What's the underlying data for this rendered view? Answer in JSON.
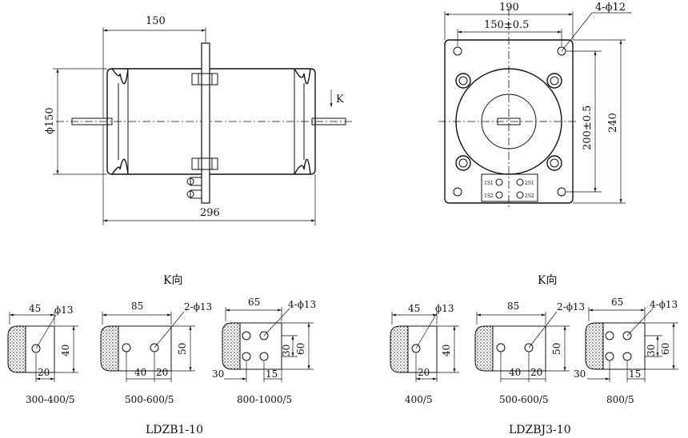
{
  "front_view": {
    "dim_length_top": "150",
    "dim_length_total": "296",
    "dim_diameter": "ϕ150",
    "direction_label": "K"
  },
  "side_view": {
    "dim_width_total": "190",
    "dim_hole_spacing_h": "150±0.5",
    "dim_hole_spacing_v": "200±0.5",
    "dim_height_total": "240",
    "dim_holes": "4-ϕ12",
    "terminals": [
      "1S1",
      "2S1",
      "1S2",
      "2S2"
    ]
  },
  "k_view_titles": [
    "K向",
    "K向"
  ],
  "terminal_views": [
    {
      "pitch": "45",
      "holes": "ϕ13",
      "height": "40",
      "offset": "20",
      "ratio": "300-400/5"
    },
    {
      "pitch": "85",
      "holes": "2-ϕ13",
      "height": "50",
      "offset_a": "40",
      "offset_b": "20",
      "ratio": "500-600/5"
    },
    {
      "pitch": "65",
      "holes": "4-ϕ13",
      "height_inner": "30",
      "height_outer": "60",
      "offset_a": "30",
      "offset_b": "15",
      "ratio": "800-1000/5"
    },
    {
      "pitch": "45",
      "holes": "ϕ13",
      "height": "40",
      "offset": "20",
      "ratio": "400/5"
    },
    {
      "pitch": "85",
      "holes": "2-ϕ13",
      "height": "50",
      "offset_a": "40",
      "offset_b": "20",
      "ratio": "500-600/5"
    },
    {
      "pitch": "65",
      "holes": "4-ϕ13",
      "height_inner": "30",
      "height_outer": "60",
      "offset_a": "30",
      "offset_b": "15",
      "ratio": "800/5"
    }
  ],
  "models": [
    "LDZB1-10",
    "LDZBJ3-10"
  ]
}
